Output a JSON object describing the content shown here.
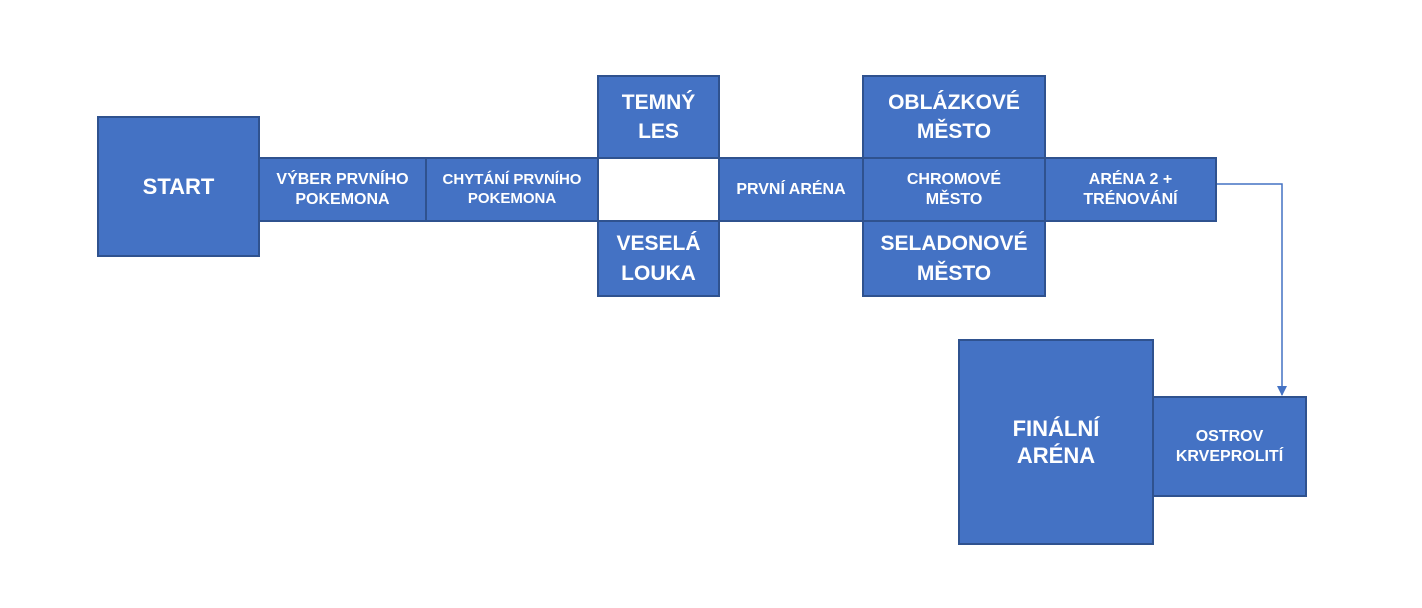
{
  "nodes": {
    "start": "START",
    "vyber": "VÝBER PRVNÍHO\nPOKEMONA",
    "chytani": "CHYTÁNÍ PRVNÍHO\nPOKEMONA",
    "temny": "TEMNÝ\nLES",
    "vesela": "VESELÁ\nLOUKA",
    "prvni_arena": "PRVNÍ ARÉNA",
    "oblazkove": "OBLÁZKOVÉ\nMĚSTO",
    "chromove": "CHROMOVÉ\nMĚSTO",
    "seladonove": "SELADONOVÉ\nMĚSTO",
    "arena2": "ARÉNA 2 +\nTRÉNOVÁNÍ",
    "finalni": "FINÁLNÍ\nARÉNA",
    "ostrov": "OSTROV\nKRVEPROLITÍ"
  },
  "colors": {
    "box_fill": "#4472c4",
    "box_border": "#2f528f",
    "text": "#ffffff",
    "connector": "#4472c4"
  }
}
